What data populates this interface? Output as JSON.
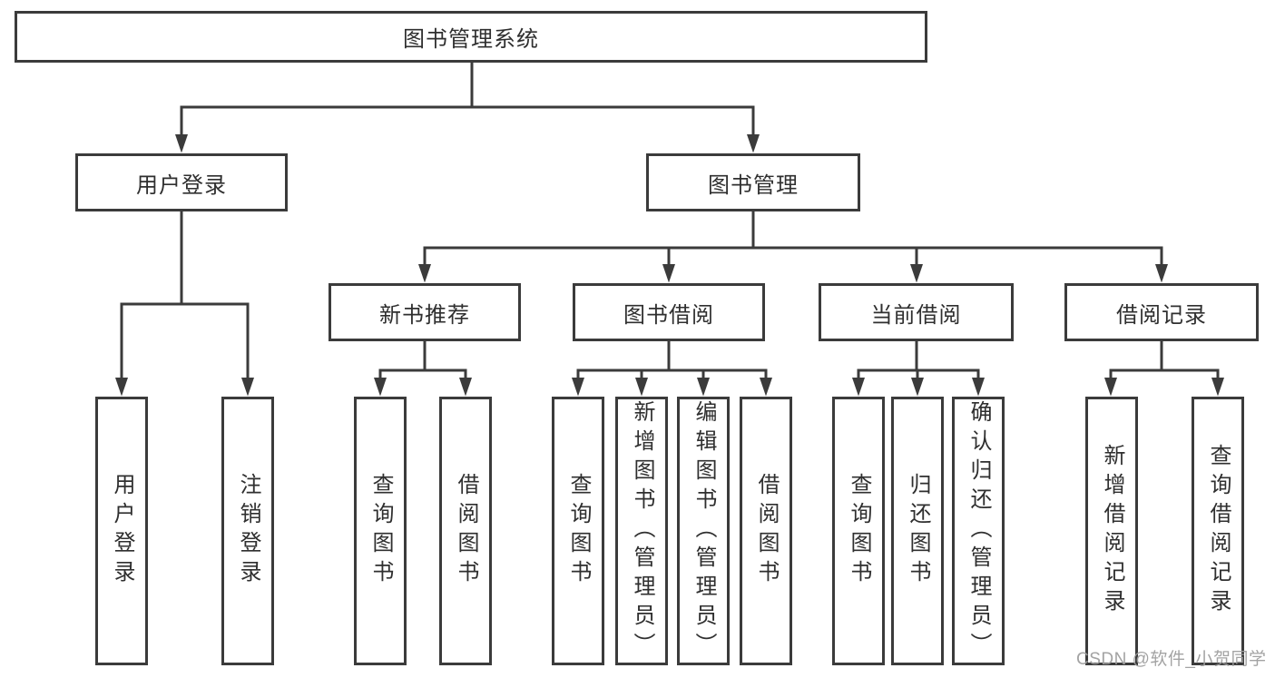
{
  "diagram": {
    "title": "图书管理系统",
    "level2": [
      {
        "id": "user-login",
        "label": "用户登录"
      },
      {
        "id": "book-management",
        "label": "图书管理"
      }
    ],
    "level3": [
      {
        "id": "new-book-recommendation",
        "parent": "图书管理",
        "label": "新书推荐"
      },
      {
        "id": "book-borrowing",
        "parent": "图书管理",
        "label": "图书借阅"
      },
      {
        "id": "current-borrowing",
        "parent": "图书管理",
        "label": "当前借阅"
      },
      {
        "id": "borrowing-records",
        "parent": "图书管理",
        "label": "借阅记录"
      }
    ],
    "leaves": [
      {
        "parent": "用户登录",
        "label": "用户登录"
      },
      {
        "parent": "用户登录",
        "label": "注销登录"
      },
      {
        "parent": "新书推荐",
        "label": "查询图书"
      },
      {
        "parent": "新书推荐",
        "label": "借阅图书"
      },
      {
        "parent": "图书借阅",
        "label": "查询图书"
      },
      {
        "parent": "图书借阅",
        "label": "新增图书（管理员）"
      },
      {
        "parent": "图书借阅",
        "label": "编辑图书（管理员）"
      },
      {
        "parent": "图书借阅",
        "label": "借阅图书"
      },
      {
        "parent": "当前借阅",
        "label": "查询图书"
      },
      {
        "parent": "当前借阅",
        "label": "归还图书"
      },
      {
        "parent": "当前借阅",
        "label": "确认归还（管理员）"
      },
      {
        "parent": "借阅记录",
        "label": "新增借阅记录"
      },
      {
        "parent": "借阅记录",
        "label": "查询借阅记录"
      }
    ]
  },
  "watermark": "CSDN @软件_小贺同学",
  "colors": {
    "line": "#3b3b3b",
    "box_border": "#3b3b3b",
    "text": "#2f2f2f",
    "watermark_text": "#9e9e9e",
    "background": "#ffffff"
  }
}
